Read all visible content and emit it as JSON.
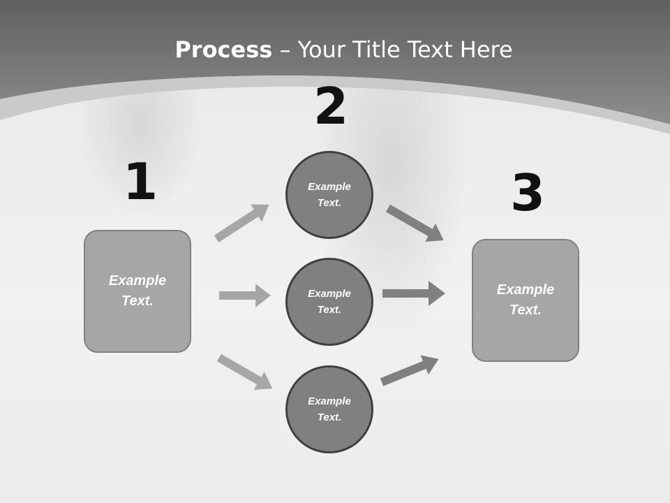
{
  "title": {
    "bold": "Process",
    "rest": " – Your Title Text Here"
  },
  "steps": [
    {
      "number": "1",
      "label_line1": "Example",
      "label_line2": "Text."
    },
    {
      "number": "2",
      "items": [
        {
          "label_line1": "Example",
          "label_line2": "Text."
        },
        {
          "label_line1": "Example",
          "label_line2": "Text."
        },
        {
          "label_line1": "Example",
          "label_line2": "Text."
        }
      ]
    },
    {
      "number": "3",
      "label_line1": "Example",
      "label_line2": "Text."
    }
  ],
  "colors": {
    "header": "#7a7a7a",
    "box_fill": "#a6a6a6",
    "box_border": "#808080",
    "circle_fill": "#808080",
    "circle_border": "#404040",
    "arrow_light": "#a6a6a6",
    "arrow_dark": "#808080",
    "text": "#ffffff",
    "number": "#111111"
  }
}
